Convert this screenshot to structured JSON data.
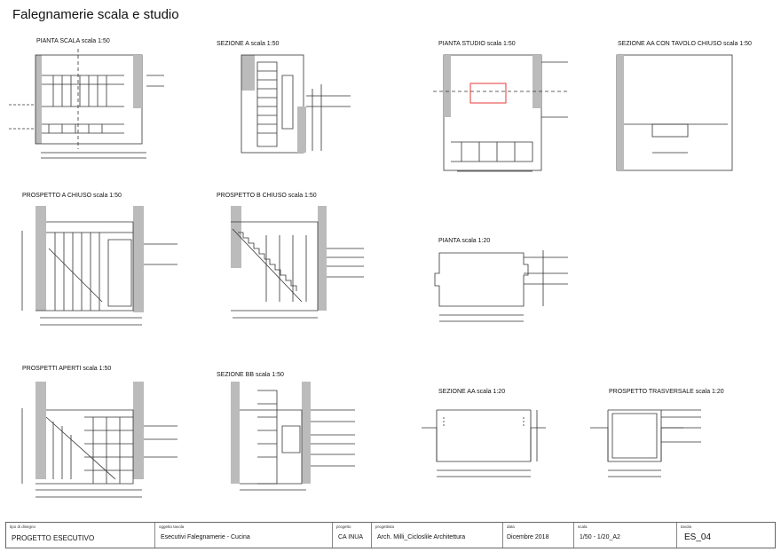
{
  "title": "Falegnamerie scala e studio",
  "views": [
    {
      "label": "PIANTA SCALA scala 1:50"
    },
    {
      "label": "SEZIONE A scala 1:50"
    },
    {
      "label": "PIANTA STUDIO scala 1:50"
    },
    {
      "label": "SEZIONE AA CON TAVOLO CHIUSO scala 1:50"
    },
    {
      "label": "PROSPETTO A CHIUSO scala 1:50"
    },
    {
      "label": "PROSPETTO B CHIUSO scala 1:50"
    },
    {
      "label": "PIANTA scala 1:20"
    },
    {
      "label": "PROSPETTI APERTI scala 1:50"
    },
    {
      "label": "SEZIONE BB scala 1:50"
    },
    {
      "label": "SEZIONE AA scala 1:20"
    },
    {
      "label": "PROSPETTO TRASVERSALE scala 1:20"
    }
  ],
  "title_block": {
    "tipo_caption": "tipo di disegno",
    "tipo": "PROGETTO ESECUTIVO",
    "oggetto_caption": "oggetto tavola",
    "oggetto": "Esecutivi Falegnamerie - Cucina",
    "progetto_caption": "progetto",
    "progetto": "CA INUA",
    "progettista_caption": "progettista",
    "progettista": "Arch. Milli_Cicloslile Architettura",
    "data_caption": "data",
    "data": "Dicembre 2018",
    "scala_caption": "scala",
    "scala": "1/50 - 1/20_A2",
    "tavola_caption": "tavola",
    "tavola": "ES_04"
  }
}
